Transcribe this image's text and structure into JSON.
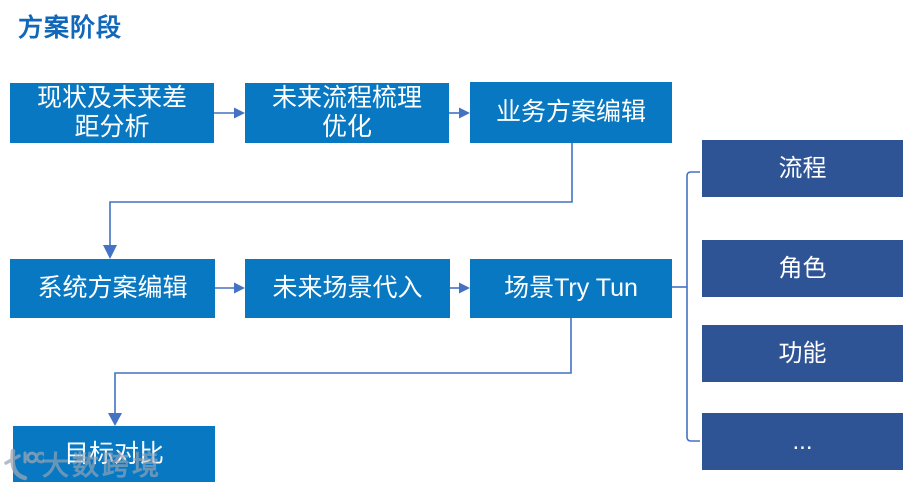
{
  "title": "方案阶段",
  "colors": {
    "primary": "#0878c2",
    "secondary": "#2f5496",
    "connector": "#4472c4",
    "title_text": "#1167b8",
    "box_text": "#ffffff",
    "watermark": "#9ca6b4"
  },
  "flow": {
    "row1": [
      {
        "label": "现状及未来差\n距分析"
      },
      {
        "label": "未来流程梳理\n优化"
      },
      {
        "label": "业务方案编辑"
      }
    ],
    "row2": [
      {
        "label": "系统方案编辑"
      },
      {
        "label": "未来场景代入"
      },
      {
        "label": "场景Try Tun"
      }
    ],
    "final": {
      "label": "目标对比"
    }
  },
  "breakdown": [
    {
      "label": "流程"
    },
    {
      "label": "角色"
    },
    {
      "label": "功能"
    },
    {
      "label": "..."
    }
  ],
  "watermark": {
    "logo": "100",
    "brand": "大数跨境"
  }
}
